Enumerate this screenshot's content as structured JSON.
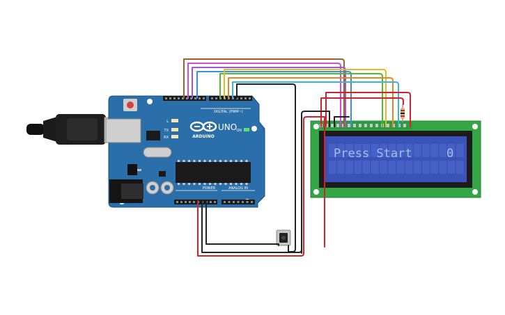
{
  "board": {
    "brand": "ARDUINO",
    "model": "UNO",
    "digital_label": "DIGITAL (PWM~)",
    "power_label": "POWER",
    "analog_label": "ANALOG IN",
    "led_l": "L",
    "led_tx": "TX",
    "led_rx": "RX",
    "on_label": "ON"
  },
  "lcd": {
    "line1": "Press Start",
    "counter": "0"
  },
  "colors": {
    "board": "#2a6eaa",
    "lcd_board": "#35a645",
    "lcd_screen": "#3a53b8",
    "lcd_text": "#9db4f2",
    "wire_red": "#d6202a",
    "wire_black": "#222222"
  }
}
